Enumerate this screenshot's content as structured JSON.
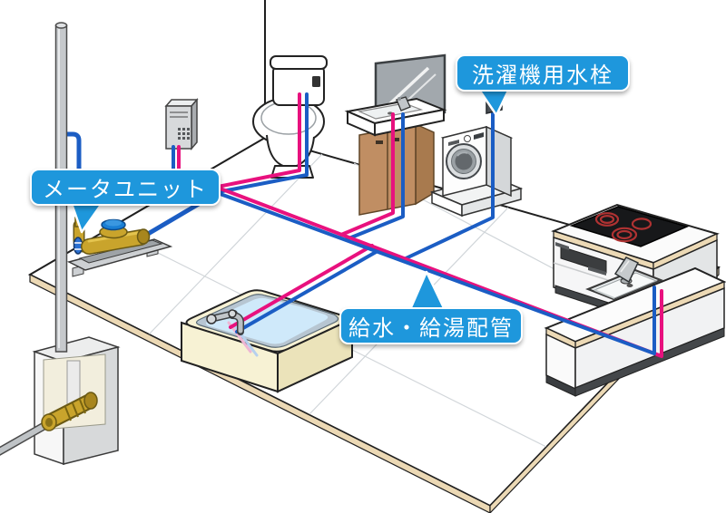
{
  "diagram": {
    "type": "isometric cutaway diagram of residential water supply piping",
    "callouts": {
      "meter_unit": "メータユニット",
      "washing_machine_faucet": "洗濯機用水栓",
      "supply_hot_water_piping": "給水・給湯配管"
    }
  },
  "colors": {
    "label-blue": "#1e97dc",
    "pipe-hot": "#e8117e",
    "pipe-cold": "#1b5dc4",
    "floor-edge-tan": "#ecd9b5",
    "brass": "#c9a42c",
    "tub-cream": "#f7f2d4",
    "water-blue": "#cfe9fa",
    "ring-red": "#b03232",
    "wood": "#c08e63",
    "meter-cap-blue": "#1a7fd4",
    "mirror-gray": "#a2a8ad"
  }
}
